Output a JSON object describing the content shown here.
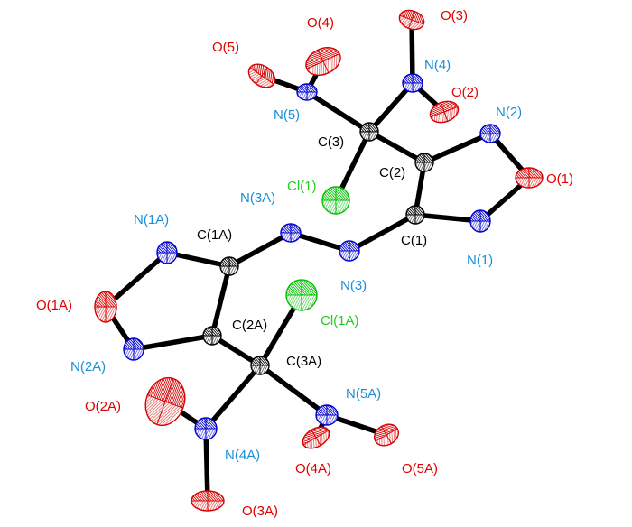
{
  "colors": {
    "O": "#d80000",
    "N": "#0000d0",
    "C": "#000000",
    "Cl": "#00c000",
    "label_O": "#e00000",
    "label_N": "#1a8fd8",
    "label_C": "#000000",
    "label_Cl": "#22cc22",
    "bond": "#000000"
  },
  "atoms": [
    {
      "id": "O3",
      "label": "O(3)",
      "element": "O"
    },
    {
      "id": "O4",
      "label": "O(4)",
      "element": "O"
    },
    {
      "id": "O5",
      "label": "O(5)",
      "element": "O"
    },
    {
      "id": "N4",
      "label": "N(4)",
      "element": "N"
    },
    {
      "id": "O2",
      "label": "O(2)",
      "element": "O"
    },
    {
      "id": "N5",
      "label": "N(5)",
      "element": "N"
    },
    {
      "id": "N2",
      "label": "N(2)",
      "element": "N"
    },
    {
      "id": "C3",
      "label": "C(3)",
      "element": "C"
    },
    {
      "id": "C2",
      "label": "C(2)",
      "element": "C"
    },
    {
      "id": "O1",
      "label": "O(1)",
      "element": "O"
    },
    {
      "id": "Cl1",
      "label": "Cl(1)",
      "element": "Cl"
    },
    {
      "id": "N3A",
      "label": "N(3A)",
      "element": "N"
    },
    {
      "id": "C1",
      "label": "C(1)",
      "element": "C"
    },
    {
      "id": "N1A",
      "label": "N(1A)",
      "element": "N"
    },
    {
      "id": "C1A",
      "label": "C(1A)",
      "element": "C"
    },
    {
      "id": "N1",
      "label": "N(1)",
      "element": "N"
    },
    {
      "id": "N3",
      "label": "N(3)",
      "element": "N"
    },
    {
      "id": "O1A",
      "label": "O(1A)",
      "element": "O"
    },
    {
      "id": "Cl1A",
      "label": "Cl(1A)",
      "element": "Cl"
    },
    {
      "id": "C2A",
      "label": "C(2A)",
      "element": "C"
    },
    {
      "id": "N2A",
      "label": "N(2A)",
      "element": "N"
    },
    {
      "id": "C3A",
      "label": "C(3A)",
      "element": "C"
    },
    {
      "id": "O2A",
      "label": "O(2A)",
      "element": "O"
    },
    {
      "id": "N5A",
      "label": "N(5A)",
      "element": "N"
    },
    {
      "id": "N4A",
      "label": "N(4A)",
      "element": "N"
    },
    {
      "id": "O4A",
      "label": "O(4A)",
      "element": "O"
    },
    {
      "id": "O5A",
      "label": "O(5A)",
      "element": "O"
    },
    {
      "id": "O3A",
      "label": "O(3A)",
      "element": "O"
    }
  ],
  "bonds": [
    [
      "C3",
      "N5"
    ],
    [
      "N5",
      "O5"
    ],
    [
      "N5",
      "O4"
    ],
    [
      "C3",
      "N4"
    ],
    [
      "N4",
      "O3"
    ],
    [
      "N4",
      "O2"
    ],
    [
      "C3",
      "C2"
    ],
    [
      "C3",
      "Cl1"
    ],
    [
      "C2",
      "N2"
    ],
    [
      "N2",
      "O1"
    ],
    [
      "O1",
      "N1"
    ],
    [
      "N1",
      "C1"
    ],
    [
      "C1",
      "C2"
    ],
    [
      "C1",
      "N3"
    ],
    [
      "N3",
      "N3A"
    ],
    [
      "N3A",
      "C1A"
    ],
    [
      "C1A",
      "N1A"
    ],
    [
      "N1A",
      "O1A"
    ],
    [
      "O1A",
      "N2A"
    ],
    [
      "N2A",
      "C2A"
    ],
    [
      "C2A",
      "C1A"
    ],
    [
      "C2A",
      "C3A"
    ],
    [
      "C3A",
      "Cl1A"
    ],
    [
      "C3A",
      "N4A"
    ],
    [
      "N4A",
      "O2A"
    ],
    [
      "N4A",
      "O3A"
    ],
    [
      "C3A",
      "N5A"
    ],
    [
      "N5A",
      "O4A"
    ],
    [
      "N5A",
      "O5A"
    ]
  ]
}
